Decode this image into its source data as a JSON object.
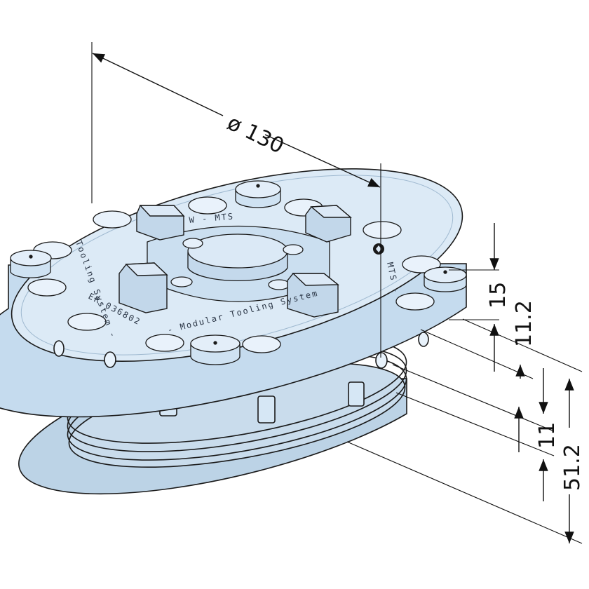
{
  "colors": {
    "part_fill": "#d2e5f5",
    "part_light": "#e6f1fb",
    "part_dark": "#9fb9d0",
    "edge": "#1a1a1a",
    "dimension": "#111111"
  },
  "dimensions": {
    "diameter": "ø 130",
    "top_jaw_height": "15",
    "flange_thickness": "11.2",
    "spigot_height": "11",
    "overall_height": "51.2"
  },
  "engraving": {
    "part_number": "ER-036802",
    "brand_bottom": "- Modular Tooling System",
    "brand_left": "Tooling System -",
    "brand_top": "W - MTS",
    "brand_right": "MTS -"
  }
}
